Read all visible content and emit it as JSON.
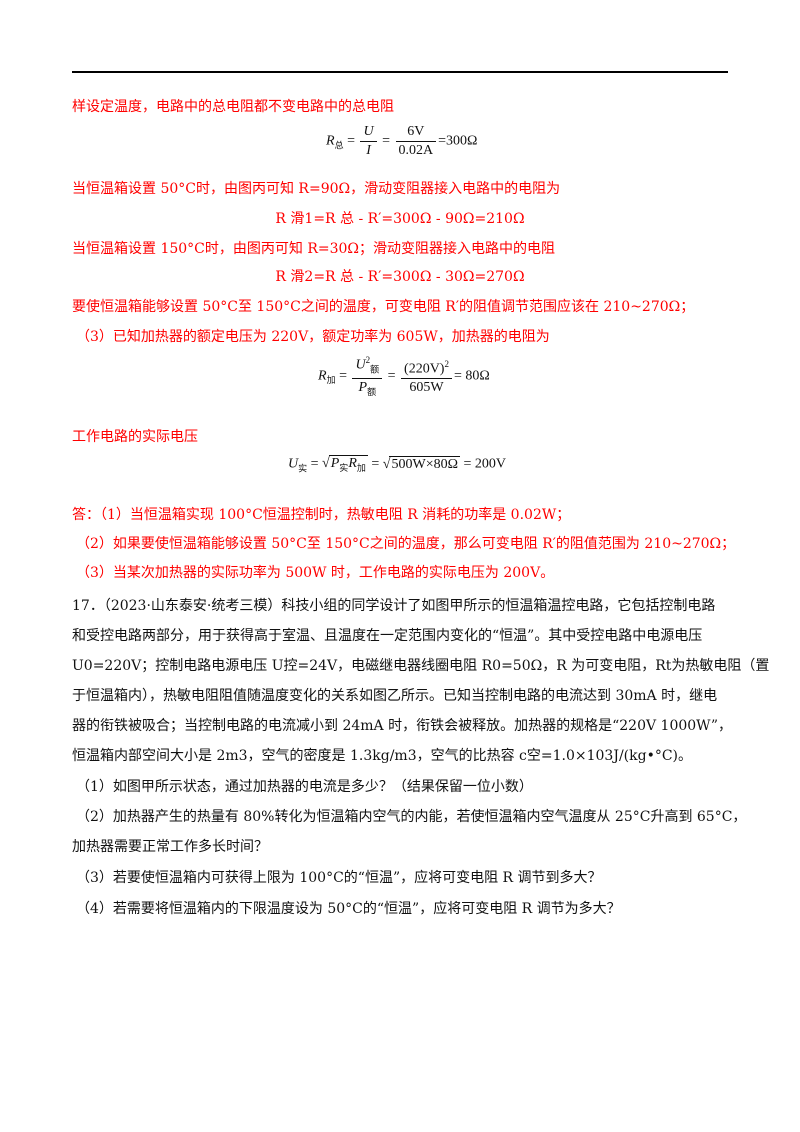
{
  "page": {
    "lines": [
      "样设定温度，电路中的总电阻都不变电路中的总电阻",
      "当恒温箱设置 50°C时，由图丙可知 R=90Ω，滑动变阻器接入电路中的电阻为",
      "R 滑1=R 总 - R′=300Ω - 90Ω=210Ω",
      "当恒温箱设置 150°C时，由图丙可知 R=30Ω；滑动变阻器接入电路中的电阻",
      "R 滑2=R 总 - R′=300Ω - 30Ω=270Ω",
      "要使恒温箱能够设置 50°C至 150°C之间的温度，可变电阻 R′的阻值调节范围应该在 210~270Ω；",
      "（3）已知加热器的额定电压为 220V，额定功率为 605W，加热器的电阻为",
      "工作电路的实际电压",
      "答：（1）当恒温箱实现 100°C恒温控制时，热敏电阻 R 消耗的功率是 0.02W；",
      "（2）如果要使恒温箱能够设置 50°C至 150°C之间的温度，那么可变电阻 R′的阻值范围为 210~270Ω；",
      "（3）当某次加热器的实际功率为 500W 时，工作电路的实际电压为 200V。",
      "17．（2023·山东泰安·统考三模）科技小组的同学设计了如图甲所示的恒温箱温控电路，它包括控制电路",
      "和受控电路两部分，用于获得高于室温、且温度在一定范围内变化的“恒温”。其中受控电路中电源电压",
      "U0=220V；控制电路电源电压 U控=24V，电磁继电器线圈电阻 R0=50Ω，R 为可变电阻，Rt为热敏电阻（置",
      "于恒温箱内），热敏电阻阻值随温度变化的关系如图乙所示。已知当控制电路的电流达到 30mA 时，继电",
      "器的衔铁被吸合；当控制电路的电流减小到 24mA 时，衔铁会被释放。加热器的规格是“220V 1000W”，",
      "恒温箱内部空间大小是 2m3，空气的密度是 1.3kg/m3，空气的比热容 c空=1.0×103J/(kg•°C)。",
      "（1）如图甲所示状态，通过加热器的电流是多少？（结果保留一位小数）",
      "（2）加热器产生的热量有 80%转化为恒温箱内空气的内能，若使恒温箱内空气温度从 25°C升高到 65°C，",
      "加热器需要正常工作多长时间？",
      "（3）若要使恒温箱内可获得上限为 100°C的“恒温”，应将可变电阻 R 调节到多大？",
      "（4）若需要将恒温箱内的下限温度设为 50°C的“恒温”，应将可变电阻 R 调节为多大？"
    ],
    "eq1": {
      "lhs": "R",
      "lhs_sub": "总",
      "num1": "U",
      "den1": "I",
      "num2": "6V",
      "den2": "0.02A",
      "result": "=300Ω"
    },
    "eq2": {
      "lhs": "R",
      "lhs_sub": "加",
      "num1": "U",
      "num1_sup": "2",
      "num1_sub": "额",
      "den1": "P",
      "den1_sub": "额",
      "num2": "(220V)",
      "num2_sup": "2",
      "den2": "605W",
      "result": "= 80Ω"
    },
    "eq3": {
      "lhs": "U",
      "lhs_sub": "实",
      "rad1": "P",
      "rad1_sub": "实",
      "rad1b": "R",
      "rad1b_sub": "加",
      "rad2": "500W×80Ω",
      "result": "= 200V"
    }
  },
  "colors": {
    "answer": "#ff0000",
    "text": "#111111"
  }
}
